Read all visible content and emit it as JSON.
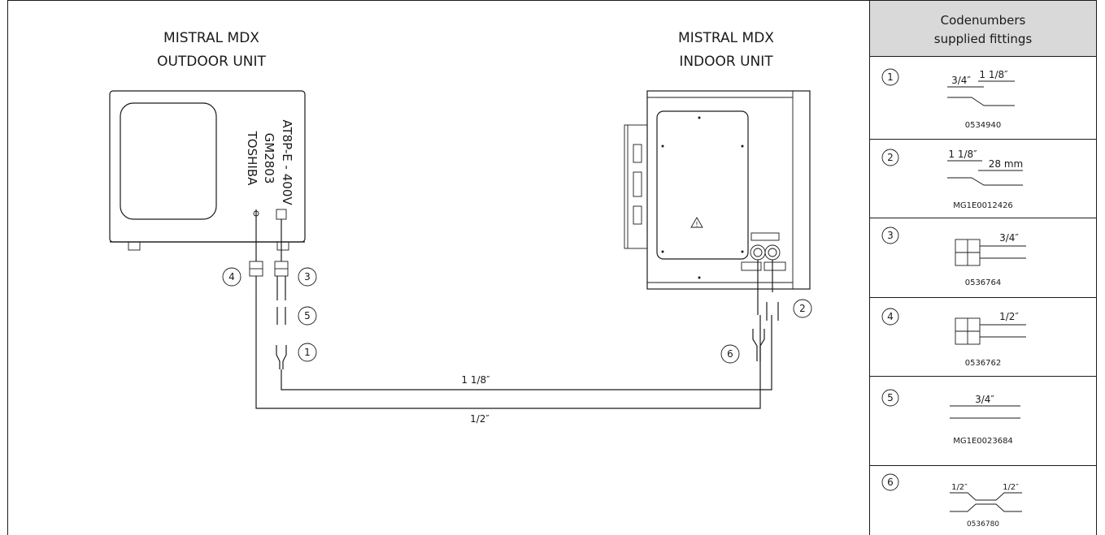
{
  "outdoor": {
    "title": "MISTRAL MDX",
    "subtitle": "OUTDOOR UNIT",
    "brand": "TOSHIBA",
    "model": "GM2803",
    "spec": "AT8P-E - 400V"
  },
  "indoor": {
    "title": "MISTRAL MDX",
    "subtitle": "INDOOR UNIT"
  },
  "pipes": {
    "liquid": "1/2″",
    "suction": "1 1/8″"
  },
  "callouts": {
    "c1": "1",
    "c2": "2",
    "c3": "3",
    "c4": "4",
    "c5": "5",
    "c6": "6"
  },
  "panel": {
    "header_line1": "Codenumbers",
    "header_line2": "supplied fittings",
    "header_bg": "#d9d9d9",
    "items": [
      {
        "num": "1",
        "code": "0534940",
        "size_a": "3/4″",
        "size_b": "1 1/8″"
      },
      {
        "num": "2",
        "code": "MG1E0012426",
        "size_a": "1 1/8″",
        "size_b": "28 mm"
      },
      {
        "num": "3",
        "code": "0536764",
        "size_a": "3/4″"
      },
      {
        "num": "4",
        "code": "0536762",
        "size_a": "1/2″"
      },
      {
        "num": "5",
        "code": "MG1E0023684",
        "size_a": "3/4″"
      },
      {
        "num": "6",
        "code": "0536780",
        "size_a": "1/2″",
        "size_b": "1/2″"
      }
    ]
  }
}
